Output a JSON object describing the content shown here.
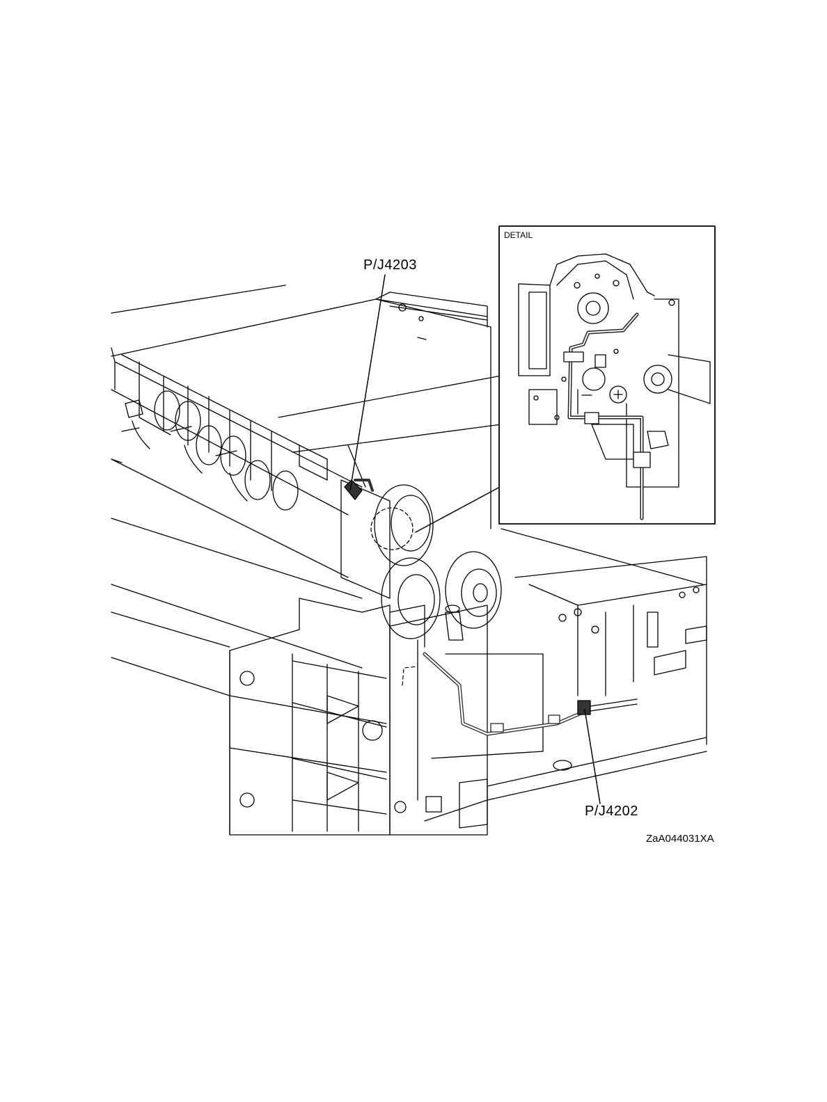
{
  "callouts": {
    "upper_connector": "P/J4203",
    "lower_connector": "P/J4202"
  },
  "detail": {
    "title": "DETAIL"
  },
  "figure_code": "ZaA044031XA",
  "colors": {
    "line": "#000000",
    "harness": "#333333",
    "background": "#ffffff"
  }
}
